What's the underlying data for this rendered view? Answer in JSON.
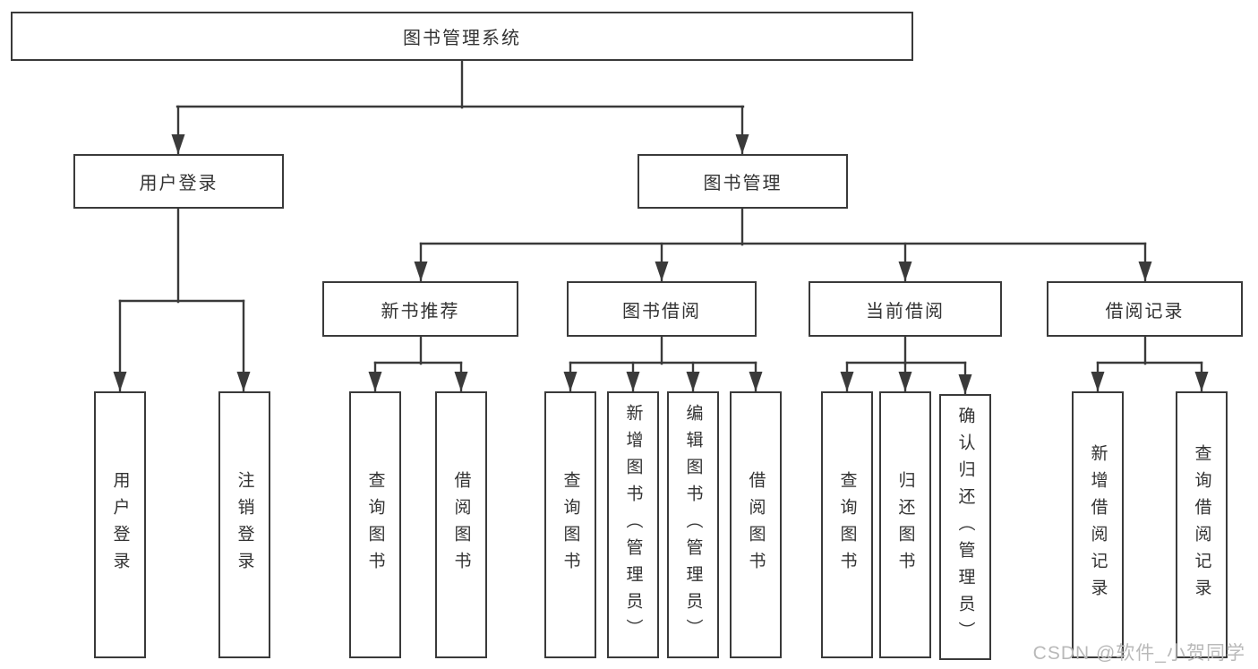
{
  "diagram_type": "tree",
  "tree": {
    "root": {
      "label": "图书管理系统",
      "children": [
        {
          "label": "用户登录",
          "children": [
            {
              "label": "用户登录"
            },
            {
              "label": "注销登录"
            }
          ]
        },
        {
          "label": "图书管理",
          "children": [
            {
              "label": "新书推荐",
              "children": [
                {
                  "label": "查询图书"
                },
                {
                  "label": "借阅图书"
                }
              ]
            },
            {
              "label": "图书借阅",
              "children": [
                {
                  "label": "查询图书"
                },
                {
                  "label": "新增图书（管理员）"
                },
                {
                  "label": "编辑图书（管理员）"
                },
                {
                  "label": "借阅图书"
                }
              ]
            },
            {
              "label": "当前借阅",
              "children": [
                {
                  "label": "查询图书"
                },
                {
                  "label": "归还图书"
                },
                {
                  "label": "确认归还（管理员）"
                }
              ]
            },
            {
              "label": "借阅记录",
              "children": [
                {
                  "label": "新增借阅记录"
                },
                {
                  "label": "查询借阅记录"
                }
              ]
            }
          ]
        }
      ]
    }
  },
  "watermark": "CSDN @软件_小贺同学",
  "colors": {
    "line": "#3a3a3a",
    "text": "#333333",
    "node_background": "#ffffff",
    "canvas_background": "#ffffff",
    "watermark": "#b9b9b9"
  }
}
